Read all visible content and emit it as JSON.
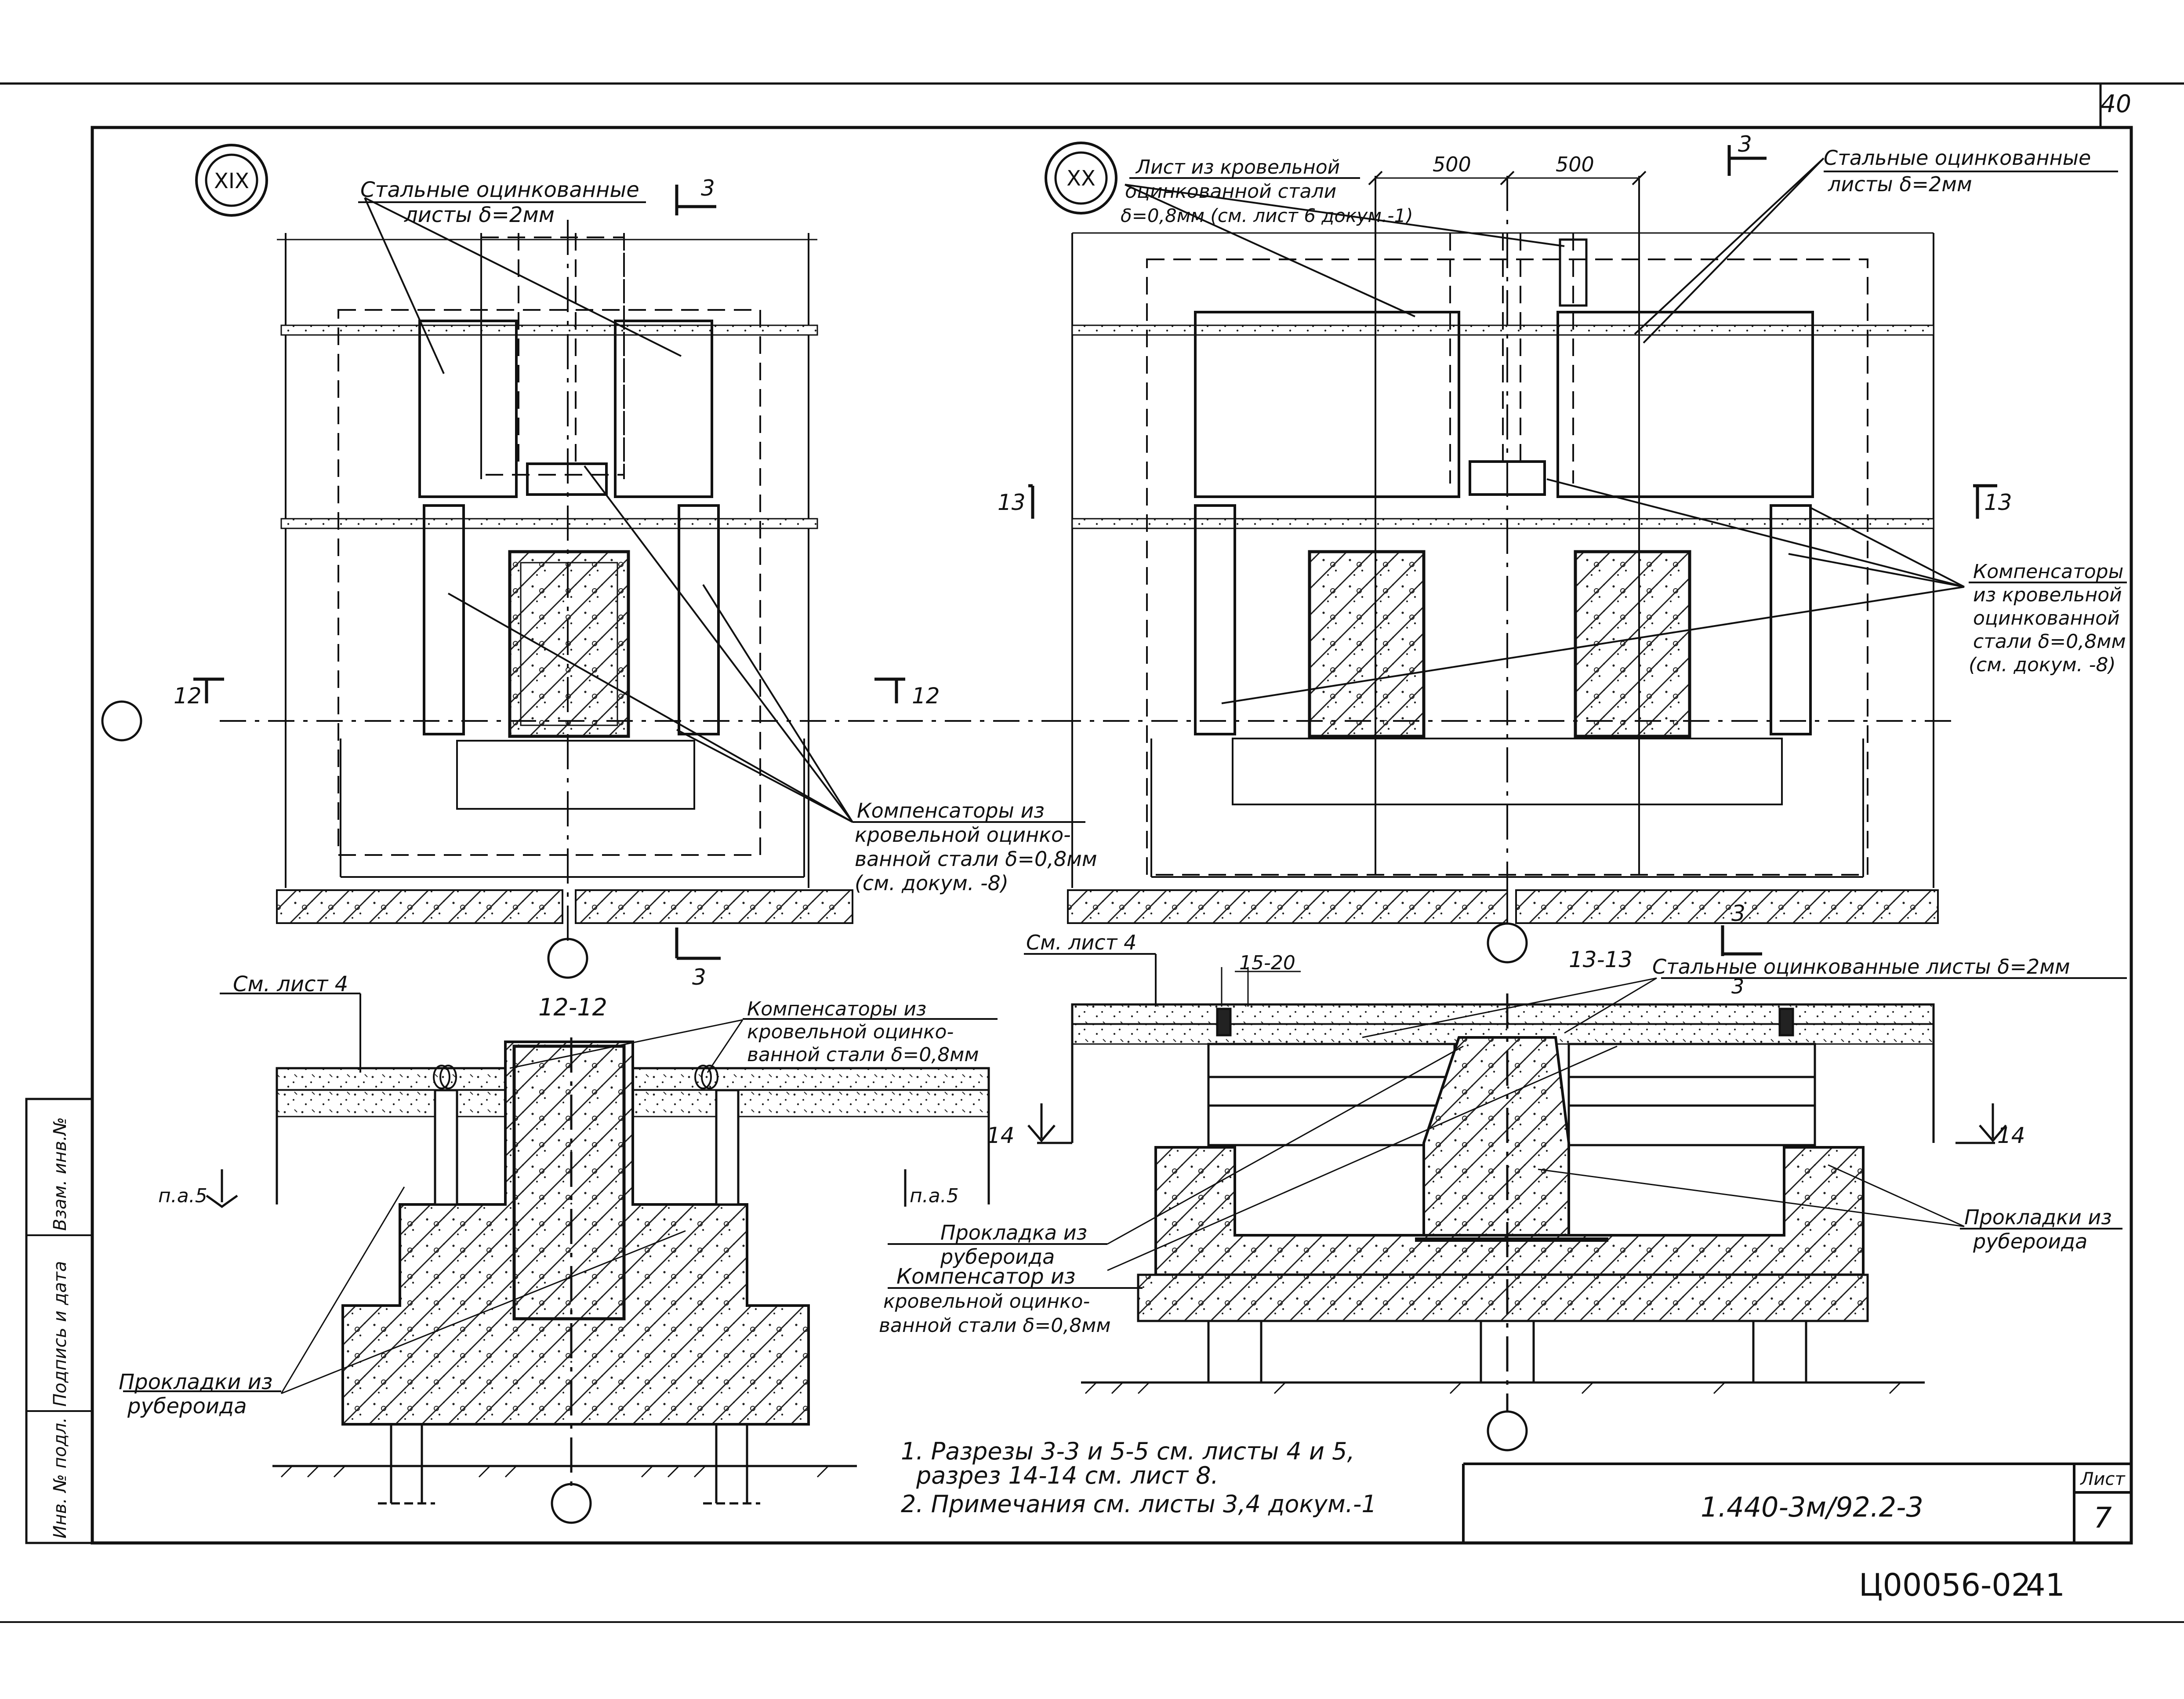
{
  "sheet": {
    "corner_page": "40",
    "stamp_code": "1.440-3м/92.2-3",
    "sheet_label": "Лист",
    "sheet_number": "7",
    "archive_number": "Ц00056-02",
    "archive_page": "41",
    "side_stamp": [
      "Инв. № подл.",
      "Подпись и дата",
      "Взам. инв.№"
    ]
  },
  "detail_xix": {
    "marker": "XIX",
    "label_sheets": [
      "Стальные оцинкованные",
      "листы δ=2мм"
    ],
    "label_compensators": [
      "Компенсаторы из",
      "кровельной оцинко-",
      "ванной стали δ=0,8мм",
      "(см. докум. -8)"
    ],
    "cut_3": "3",
    "cut_12": "12"
  },
  "detail_xx": {
    "marker": "XX",
    "label_roof_sheet": [
      "Лист из кровельной",
      "оцинкованной стали",
      "δ=0,8мм (см. лист 6 докум.-1)"
    ],
    "dim_left": "500",
    "dim_right": "500",
    "label_sheets": [
      "Стальные оцинкованные",
      "листы δ=2мм"
    ],
    "label_compensators": [
      "Компенсаторы",
      "из кровельной",
      "оцинкованной",
      "стали δ=0,8мм",
      "(см. докум. -8)"
    ],
    "cut_3": "3",
    "cut_13": "13"
  },
  "section_12": {
    "title": "12-12",
    "ref_sheet": "См. лист 4",
    "label_compensators": [
      "Компенсаторы из",
      "кровельной оцинко-",
      "ванной стали δ=0,8мм"
    ],
    "label_pads": [
      "Прокладки из",
      "рубероида"
    ],
    "mark_left": "п.а.5",
    "mark_right": "п.а.5"
  },
  "section_13": {
    "title": "13-13",
    "ref_sheet": "См. лист 4",
    "gap": "15-20",
    "label_sheets": "Стальные оцинкованные листы δ=2мм",
    "cut_3": "3",
    "cut_14": "14",
    "label_pad": [
      "Прокладка из",
      "рубероида"
    ],
    "label_pads_right": [
      "Прокладки из",
      "рубероида"
    ],
    "label_compensator": [
      "Компенсатор из",
      "кровельной оцинко-",
      "ванной стали δ=0,8мм"
    ]
  },
  "notes": [
    "1. Разрезы 3-3 и 5-5 см. листы 4 и 5,",
    "разрез 14-14 см. лист 8.",
    "2. Примечания см. листы 3,4 докум.-1"
  ]
}
